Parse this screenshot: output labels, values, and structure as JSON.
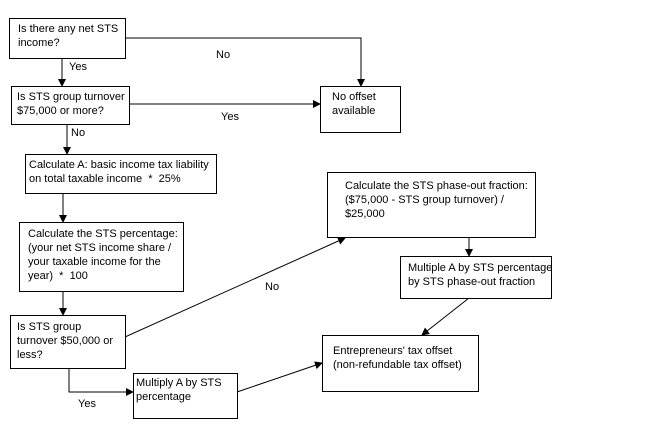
{
  "nodes": {
    "net_sts_income": "Is there any net STS\nincome?",
    "turnover_75k": "Is STS group turnover\n$75,000 or more?",
    "no_offset": "No offset\navailable",
    "calc_a": "Calculate A: basic income tax liability\non total taxable income  *  25%",
    "calc_sts_pct": "Calculate the STS percentage:\n(your net STS income share /\nyour taxable income for the\nyear)  *  100",
    "turnover_50k": "Is STS group\nturnover $50,000 or\nless?",
    "multiply_a_pct": "Multiply A by STS\npercentage",
    "calc_phaseout": "Calculate the STS phase-out fraction:\n($75,000 - STS group turnover) /\n$25,000",
    "multiply_a_pct_phaseout": "Multiple A by STS percentage\nby STS phase-out fraction",
    "entrepreneurs_offset": "Entrepreneurs' tax offset\n(non-refundable tax offset)"
  },
  "edge_labels": {
    "q1_no": "No",
    "q1_yes": "Yes",
    "q2_yes": "Yes",
    "q2_no": "No",
    "q3_no": "No",
    "q3_yes": "Yes"
  }
}
